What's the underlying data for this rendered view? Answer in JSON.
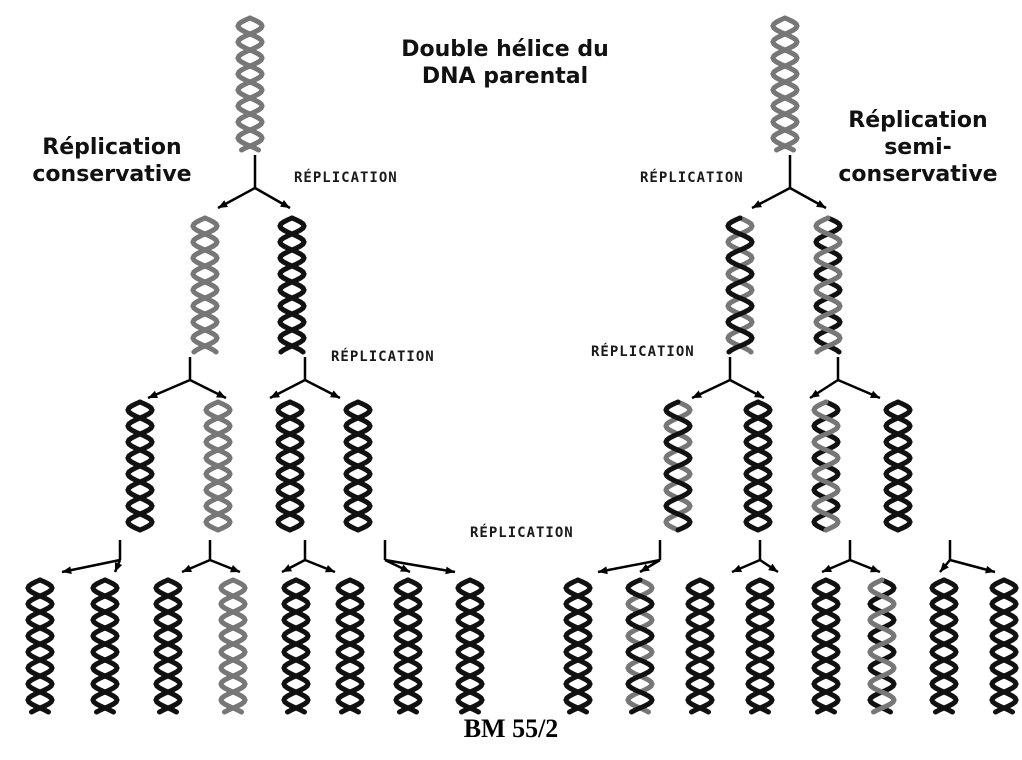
{
  "title_parent": [
    "Double hélice du",
    "DNA parental"
  ],
  "label_left": [
    "Réplication",
    "conservative"
  ],
  "label_right": [
    "Réplication",
    "semi-",
    "conservative"
  ],
  "replication_label": "RÉPLICATION",
  "caption": "BM 55/2",
  "colors": {
    "parental_strand": "#777777",
    "new_strand": "#111111"
  }
}
